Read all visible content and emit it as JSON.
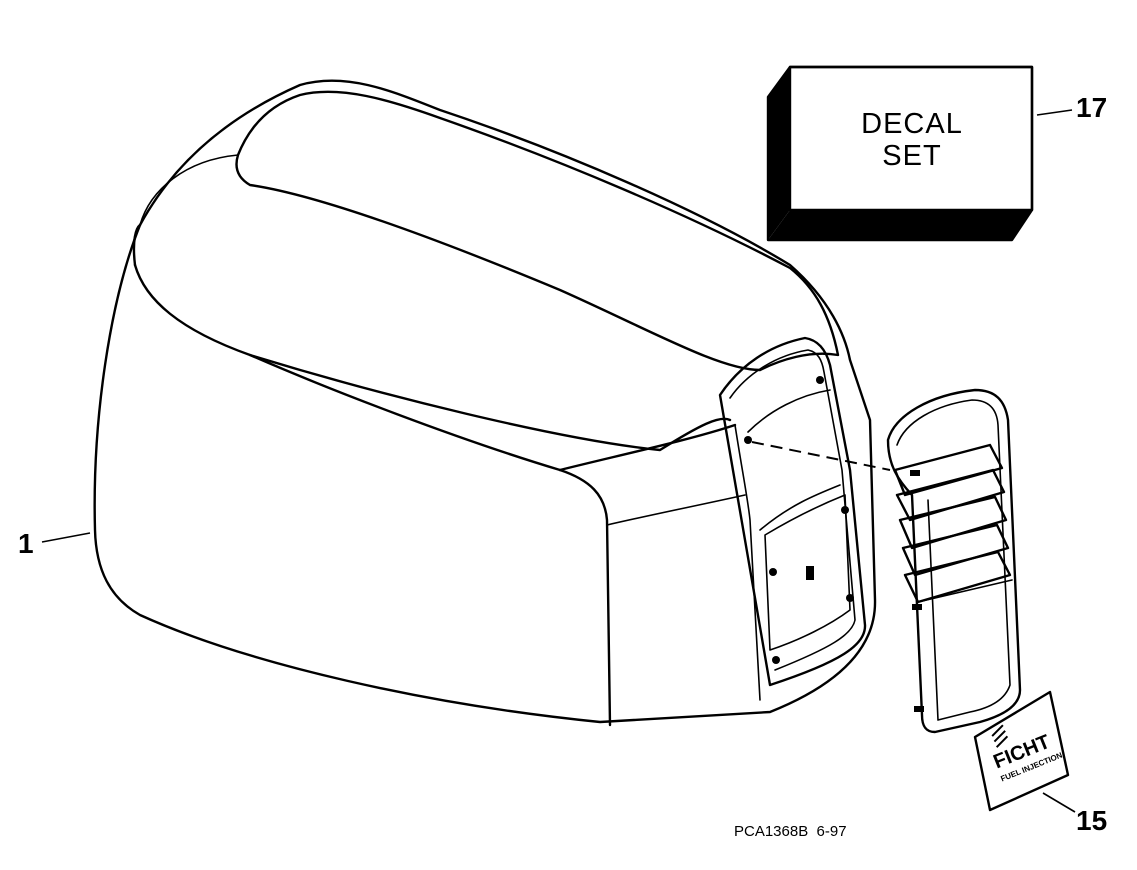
{
  "callouts": {
    "cowl": "1",
    "decal_set": "17",
    "front_decal": "15"
  },
  "decal_box": {
    "line1": "DECAL",
    "line2": "SET"
  },
  "front_plate": {
    "brand": "FICHT",
    "sub": "FUEL INJECTION"
  },
  "drawing_code": "PCA1368B  6-97"
}
